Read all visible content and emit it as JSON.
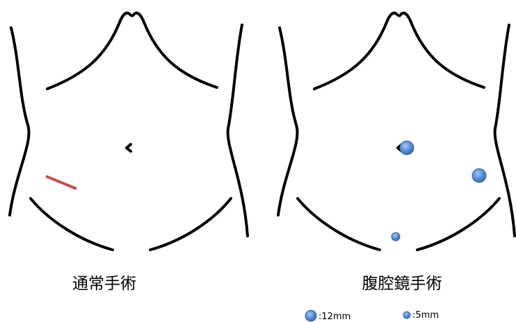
{
  "panels": [
    {
      "caption": "通常手術"
    },
    {
      "caption": "腹腔鏡手術"
    }
  ],
  "legend": {
    "large_label": ":12mm",
    "small_label": ":5mm"
  },
  "colors": {
    "outline": "#000000",
    "incision": "#c0504d",
    "port_fill": "#4f81bd",
    "port_highlight": "#8db3e2",
    "port_stroke": "#3a66a0"
  }
}
